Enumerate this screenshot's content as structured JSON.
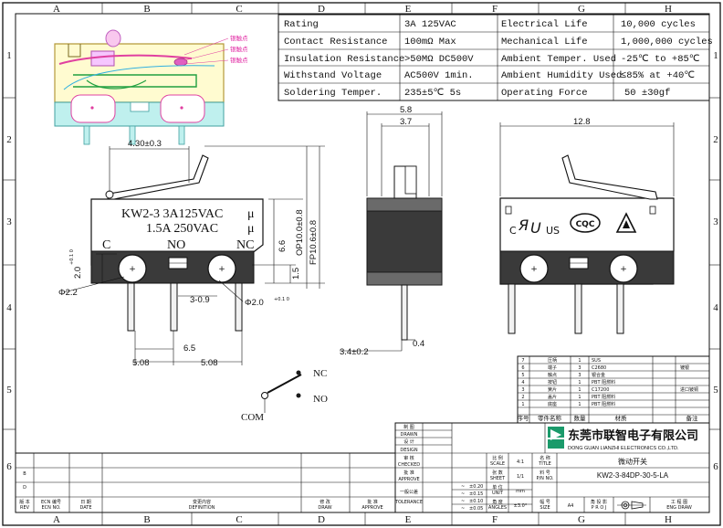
{
  "grid": {
    "cols": [
      "A",
      "B",
      "C",
      "D",
      "E",
      "F",
      "G",
      "H"
    ],
    "rows": [
      "1",
      "2",
      "3",
      "4",
      "5",
      "6"
    ]
  },
  "specs": [
    {
      "label": "Rating",
      "value": "3A  125VAC",
      "label2": "Electrical Life",
      "value2": "10,000 cycles"
    },
    {
      "label": "Contact Resistance",
      "value": "100mΩ  Max",
      "label2": "Mechanical Life",
      "value2": "1,000,000 cycles"
    },
    {
      "label": "Insulation Resistance",
      "value": ">50MΩ  DC500V",
      "label2": "Ambient Temper. Used",
      "value2": "-25℃  to +85℃"
    },
    {
      "label": "Withstand Voltage",
      "value": "AC500V  1min.",
      "label2": "Ambient Humidity Used",
      "value2": "≤85% at +40℃"
    },
    {
      "label": "Soldering Temper.",
      "value": "235±5℃ 5s",
      "label2": "Operating Force",
      "value2": "50  ±30gf"
    }
  ],
  "iso_labels": [
    "银触点",
    "银触点",
    "银触点"
  ],
  "front": {
    "marking1": "KW2-3  3A125VAC",
    "marking2": "1.5A  250VAC",
    "ul_mark": "μ",
    "terminals": [
      "C",
      "NO",
      "NC"
    ],
    "dims": {
      "top": "4.30±0.3",
      "h66": "6.6",
      "h15": "1.5",
      "fp": "FP10.6±0.8",
      "op": "OP10.0±0.8",
      "d20": "2.0",
      "d20tol": "+0.1 0",
      "d22": "Φ2.2",
      "t39": "3-0.9",
      "hole": "Φ2.0",
      "holetol": "+0.1 0",
      "p65": "6.5",
      "p508a": "5.08",
      "p508b": "5.08"
    }
  },
  "side": {
    "dims": {
      "w58": "5.8",
      "w37": "3.7",
      "t34": "3.4±0.2",
      "t04": "0.4"
    }
  },
  "back": {
    "dims": {
      "w128": "12.8"
    },
    "marks": {
      "c": "C",
      "us": "US",
      "ccc": "CQC"
    }
  },
  "schematic": {
    "nc": "NC",
    "no": "NO",
    "com": "COM"
  },
  "bom": {
    "rows": [
      {
        "no": "7",
        "name": "压柄",
        "qty": "1",
        "mat": "SUS",
        "note": ""
      },
      {
        "no": "6",
        "name": "端子",
        "qty": "3",
        "mat": "C2680",
        "note": "镀银"
      },
      {
        "no": "5",
        "name": "触点",
        "qty": "3",
        "mat": "银合金",
        "note": ""
      },
      {
        "no": "4",
        "name": "按钮",
        "qty": "1",
        "mat": "PBT  阻燃料",
        "note": ""
      },
      {
        "no": "3",
        "name": "簧片",
        "qty": "1",
        "mat": "C17200",
        "note": "进口铍铜"
      },
      {
        "no": "2",
        "name": "盖片",
        "qty": "1",
        "mat": "PBT  阻燃料",
        "note": ""
      },
      {
        "no": "1",
        "name": "底座",
        "qty": "1",
        "mat": "PBT  阻燃料",
        "note": ""
      }
    ],
    "header": {
      "no": "序号",
      "name": "零件名称",
      "qty": "数量",
      "mat": "材质",
      "note": "备注"
    }
  },
  "title_block": {
    "company_cn": "东莞市联智电子有限公司",
    "company_en": "DONG GUAN LIANZHI ELECTRONICS CO.,LTD.",
    "product": "微动开关",
    "part_no": "KW2-3-84DP-30-5-LA",
    "scale_label": "比 例",
    "scale_en": "SCALE",
    "scale": "4:1",
    "sheet_label": "张 数",
    "sheet_en": "SHEET",
    "sheet": "1/1",
    "unit_label": "单 位",
    "unit_en": "UNIT",
    "unit": "mm",
    "angle_label": "角 度",
    "angle_en": "ANGLES",
    "angle": "±3.0°",
    "size_label": "幅 号",
    "size_en": "SIZE",
    "size": "A4",
    "proj_label": "角 投 影",
    "proj_en": "P R O J",
    "draw_label": "工 程 图",
    "draw_en": "ENG DRAW",
    "name_label": "名 称",
    "name_en": "TITLE",
    "pn_label": "料 号",
    "pn_en": "P/N NO.",
    "left_labels": [
      {
        "cn": "制 图",
        "en": "DRAWN"
      },
      {
        "cn": "设 计",
        "en": "DESIGN"
      },
      {
        "cn": "审 核",
        "en": "CHECKED"
      },
      {
        "cn": "批 准",
        "en": "APPROVE"
      }
    ],
    "tol_label": "一般公差",
    "tol_en": "TOLERANCE",
    "tols": [
      {
        "range": "~",
        "val": "±0.20"
      },
      {
        "range": "~",
        "val": "±0.15"
      },
      {
        "range": "~",
        "val": "±0.10"
      },
      {
        "range": "~",
        "val": "±0.05"
      }
    ],
    "rev_headers": [
      {
        "cn": "版 本",
        "en": "REV"
      },
      {
        "cn": "ECN 编号",
        "en": "ECN NO."
      },
      {
        "cn": "日 期",
        "en": "DATE"
      },
      {
        "cn": "变更内容",
        "en": "DEFINITION"
      },
      {
        "cn": "修 改",
        "en": "DRAW"
      },
      {
        "cn": "批 准",
        "en": "APPROVE"
      }
    ],
    "rev_rows": [
      "D",
      "B"
    ]
  }
}
